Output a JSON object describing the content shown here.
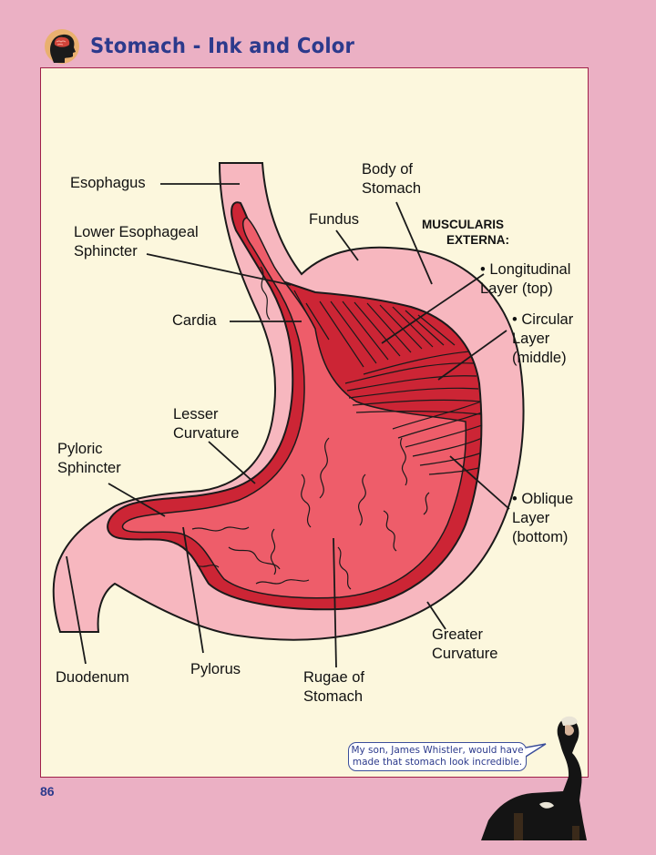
{
  "header": {
    "title": "Stomach - Ink and Color",
    "icon": "head-brain-icon"
  },
  "page_number": "86",
  "labels": {
    "esophagus": "Esophagus",
    "body_of_stomach": [
      "Body of",
      "Stomach"
    ],
    "fundus": "Fundus",
    "muscularis_externa": [
      "MUSCULARIS",
      "EXTERNA:"
    ],
    "lower_esophageal_sphincter": [
      "Lower Esophageal",
      "Sphincter"
    ],
    "longitudinal_layer": [
      "• Longitudinal",
      "Layer (top)"
    ],
    "cardia": "Cardia",
    "circular_layer": [
      "• Circular",
      "Layer",
      "(middle)"
    ],
    "lesser_curvature": [
      "Lesser",
      "Curvature"
    ],
    "pyloric_sphincter": [
      "Pyloric",
      "Sphincter"
    ],
    "oblique_layer": [
      "• Oblique",
      "Layer",
      "(bottom)"
    ],
    "greater_curvature": [
      "Greater",
      "Curvature"
    ],
    "duodenum": "Duodenum",
    "pylorus": "Pylorus",
    "rugae_of_stomach": [
      "Rugae of",
      "Stomach"
    ]
  },
  "speech_bubble": [
    "My son, James Whistler, would have",
    "made that stomach look incredible."
  ],
  "colors": {
    "background": "#ebb0c4",
    "panel": "#fcf7dd",
    "outer_wall": "#f7b7bf",
    "muscle": "#cc2535",
    "inner": "#ee5d6a",
    "title": "#2c3a8c"
  }
}
